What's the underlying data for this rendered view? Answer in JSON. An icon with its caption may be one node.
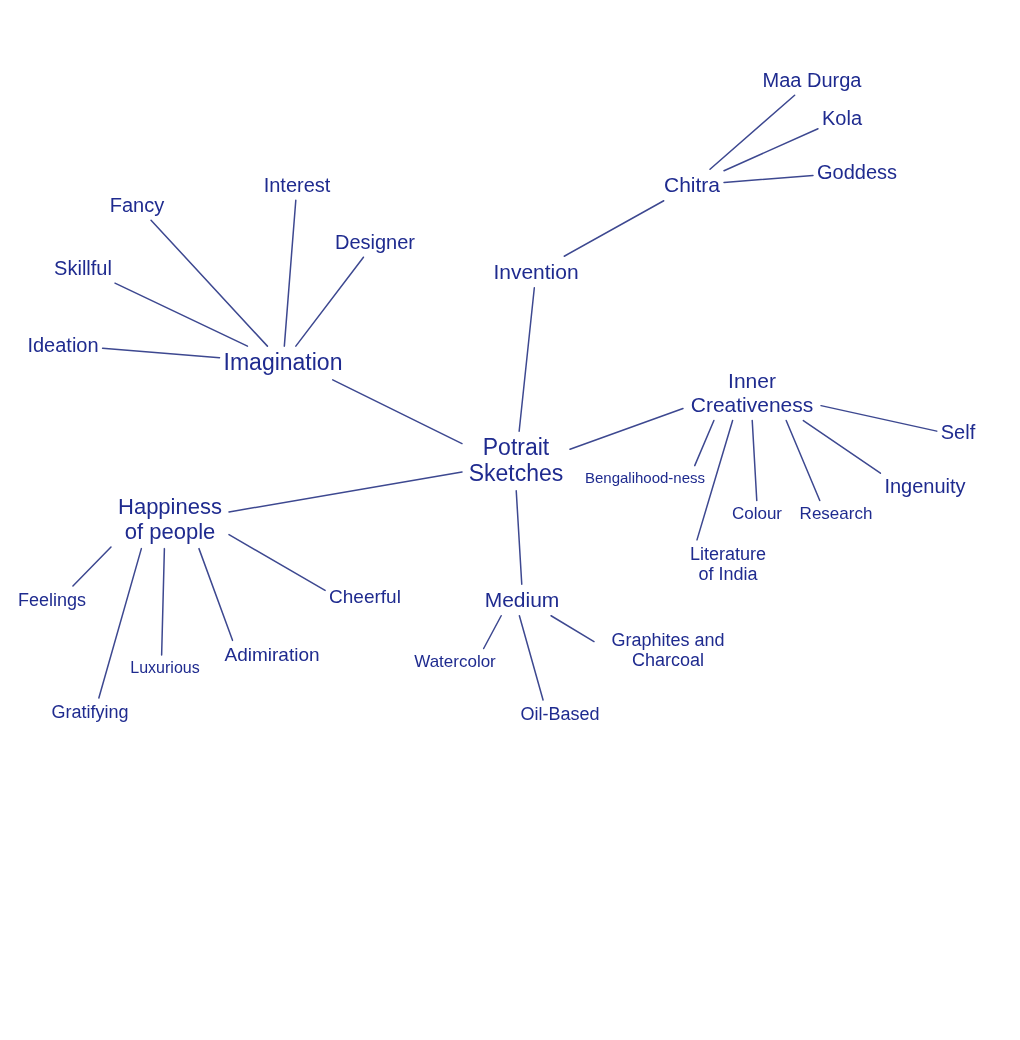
{
  "diagram": {
    "nodes": [
      {
        "text": [
          "Maa Durga"
        ]
      },
      {
        "text": [
          "Kola"
        ]
      },
      {
        "text": [
          "Fancy"
        ]
      },
      {
        "text": [
          "Interest"
        ]
      },
      {
        "text": [
          "Chitra"
        ]
      },
      {
        "text": [
          "Goddess"
        ]
      },
      {
        "text": [
          "Designer"
        ]
      },
      {
        "text": [
          "Skillful"
        ]
      },
      {
        "text": [
          "Invention"
        ]
      },
      {
        "text": [
          "Ideation"
        ]
      },
      {
        "text": [
          "Imagination"
        ]
      },
      {
        "text": [
          "Inner Creativeness"
        ]
      },
      {
        "text": [
          "Self"
        ]
      },
      {
        "text": [
          "Potrait Sketches"
        ]
      },
      {
        "text": [
          "Bengalihood-ness"
        ]
      },
      {
        "text": [
          "Ingenuity"
        ]
      },
      {
        "text": [
          "Happiness of people"
        ]
      },
      {
        "text": [
          "Colour"
        ]
      },
      {
        "text": [
          "Research"
        ]
      },
      {
        "text": [
          "Literature of India"
        ]
      },
      {
        "text": [
          "Feelings"
        ]
      },
      {
        "text": [
          "Cheerful"
        ]
      },
      {
        "text": [
          "Medium"
        ]
      },
      {
        "text": [
          "Watercolor"
        ]
      },
      {
        "text": [
          "Graphites and Charcoal"
        ]
      },
      {
        "text": [
          "Adimiration"
        ]
      },
      {
        "text": [
          "Luxurious"
        ]
      },
      {
        "text": [
          "Gratifying"
        ]
      },
      {
        "text": [
          "Oil-Based"
        ]
      }
    ],
    "edges": [
      {
        "from": 10,
        "to": 2,
        "arrow": "none"
      },
      {
        "from": 10,
        "to": 3,
        "arrow": "none"
      },
      {
        "from": 10,
        "to": 7,
        "arrow": "none"
      },
      {
        "from": 10,
        "to": 6,
        "arrow": "none"
      },
      {
        "from": 10,
        "to": 9,
        "arrow": "none"
      },
      {
        "from": 13,
        "to": 10,
        "arrow": "none"
      },
      {
        "from": 13,
        "to": 8,
        "arrow": "none"
      },
      {
        "from": 8,
        "to": 4,
        "arrow": "none"
      },
      {
        "from": 4,
        "to": 0,
        "arrow": "none"
      },
      {
        "from": 4,
        "to": 1,
        "arrow": "none"
      },
      {
        "from": 4,
        "to": 5,
        "arrow": "none"
      },
      {
        "from": 13,
        "to": 11,
        "arrow": "none"
      },
      {
        "from": 11,
        "to": 12,
        "arrow": "none"
      },
      {
        "from": 11,
        "to": 15,
        "arrow": "none"
      },
      {
        "from": 11,
        "to": 14,
        "arrow": "none"
      },
      {
        "from": 11,
        "to": 17,
        "arrow": "none"
      },
      {
        "from": 11,
        "to": 18,
        "arrow": "none"
      },
      {
        "from": 11,
        "to": 19,
        "arrow": "none"
      },
      {
        "from": 13,
        "to": 16,
        "arrow": "none"
      },
      {
        "from": 16,
        "to": 20,
        "arrow": "none"
      },
      {
        "from": 16,
        "to": 27,
        "arrow": "none"
      },
      {
        "from": 16,
        "to": 26,
        "arrow": "none"
      },
      {
        "from": 16,
        "to": 25,
        "arrow": "none"
      },
      {
        "from": 16,
        "to": 21,
        "arrow": "none"
      },
      {
        "from": 13,
        "to": 22,
        "arrow": "none"
      },
      {
        "from": 22,
        "to": 23,
        "arrow": "none"
      },
      {
        "from": 22,
        "to": 28,
        "arrow": "none"
      },
      {
        "from": 22,
        "to": 24,
        "arrow": "none"
      }
    ]
  }
}
